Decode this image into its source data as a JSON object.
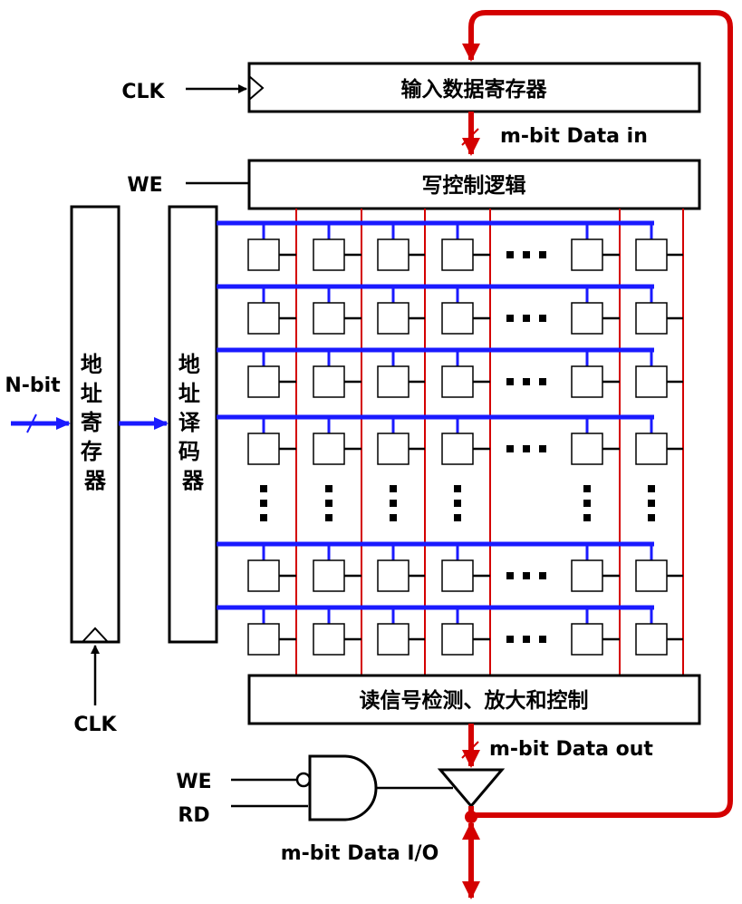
{
  "labels": {
    "clk_top": "CLK",
    "input_register": "输入数据寄存器",
    "data_in": "m-bit Data in",
    "we_top": "WE",
    "write_control": "写控制逻辑",
    "n_bit": "N-bit",
    "address_register": [
      "地",
      "址",
      "寄",
      "存",
      "器"
    ],
    "address_decoder": [
      "地",
      "址",
      "译",
      "码",
      "器"
    ],
    "clk_bottom": "CLK",
    "read_block": "读信号检测、放大和控制",
    "data_out": "m-bit Data out",
    "we_bottom": "WE",
    "rd": "RD",
    "data_io": "m-bit Data I/O"
  },
  "colors": {
    "word_line": "#1a1aff",
    "bit_line": "#d40000",
    "data_bus": "#d40000",
    "outline": "#000000"
  },
  "icons": [
    "clock-edge-icon",
    "nand-gate-icon",
    "tri-state-buffer-icon",
    "ellipsis-icon"
  ]
}
